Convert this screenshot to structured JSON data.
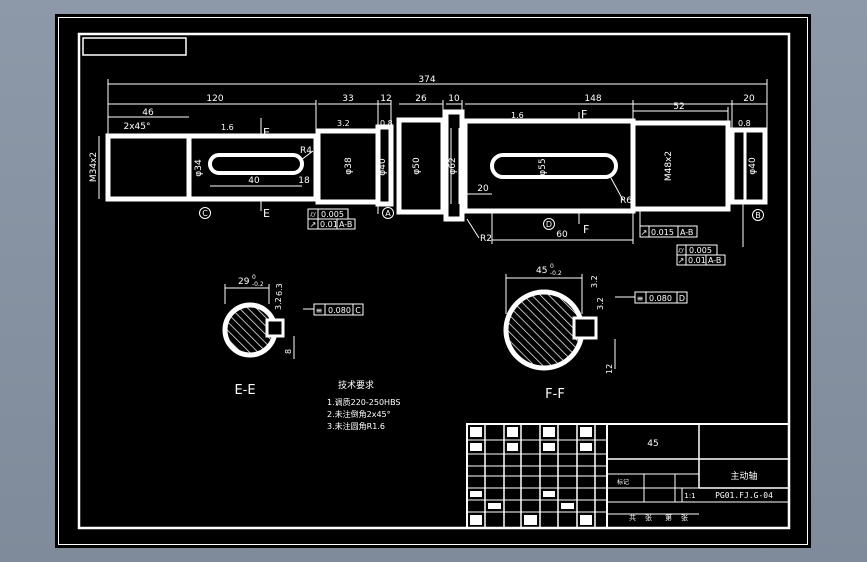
{
  "dimensions": {
    "overall": "374",
    "d46": "46",
    "d120": "120",
    "d33": "33",
    "d12": "12",
    "d26": "26",
    "d10": "10",
    "d148": "148",
    "d52": "52",
    "d20": "20",
    "d40": "40",
    "d18": "18",
    "d20b": "20",
    "d60": "60",
    "m34": "M34x2",
    "m48": "M48x2",
    "phi34": "φ34",
    "phi38": "φ38",
    "phi40a": "φ40",
    "phi50": "φ50",
    "phi62": "φ62",
    "phi55": "φ55",
    "phi40b": "φ40",
    "chamfer": "2x45°",
    "r4": "R4",
    "r6": "R6",
    "r2": "R2",
    "rough16a": "1.6",
    "rough16b": "1.6",
    "rough32": "3.2",
    "rough08a": "0.8",
    "rough08b": "0.8",
    "rough32b": "3.2",
    "rough32c": "3.2",
    "rough63": "6.3",
    "e_sec_29": "29",
    "e_sec_tol": "0\n-0.2",
    "f_sec_45": "45",
    "f_sec_tol": "0\n-0.2",
    "e_depth": "8",
    "f_depth": "12",
    "sec_e_label": "E",
    "sec_f_label": "F"
  },
  "tolerances": {
    "t1a": "0.005",
    "t1b": "0.01",
    "t1c": "A-B",
    "t2a": "0.015",
    "t2b": "A-B",
    "t3a": "0.005",
    "t3b": "0.01",
    "t3c": "A-B",
    "sym_e": "0.080",
    "sym_e_ref": "C",
    "sym_f": "0.080",
    "sym_f_ref": "D"
  },
  "datums": {
    "a": "A",
    "b": "B",
    "c": "C",
    "d": "D"
  },
  "section_titles": {
    "e": "E-E",
    "f": "F-F"
  },
  "tech": {
    "title": "技术要求",
    "l1": "1.调质220-250HBS",
    "l2": "2.未注倒角2x45°",
    "l3": "3.未注圆角R1.6"
  },
  "title_block": {
    "material": "45",
    "part_name": "主动轴",
    "drawing_no": "PG01.FJ.G-04",
    "scale": "1:1",
    "sheet_a": "共",
    "sheet_b": "张",
    "sheet_c": "第",
    "sheet_d": "张",
    "mark": "标记"
  }
}
